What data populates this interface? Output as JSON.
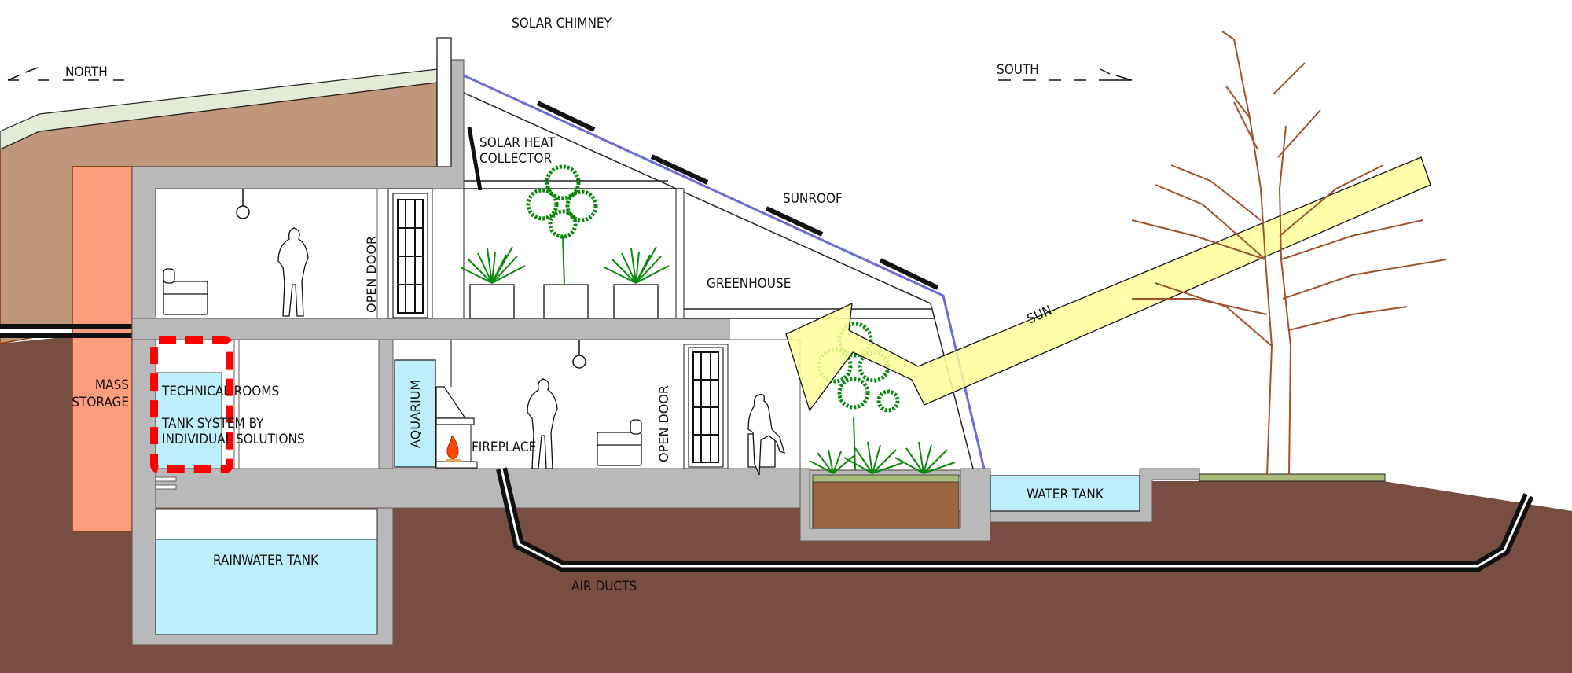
{
  "title": "Earth-sheltered passive solar house section",
  "orientation": {
    "north_label": "NORTH",
    "south_label": "SOUTH"
  },
  "labels": {
    "solar_chimney": "SOLAR CHIMNEY",
    "solar_heat_collector_line1": "SOLAR HEAT",
    "solar_heat_collector_line2": "COLLECTOR",
    "sunroof": "SUNROOF",
    "greenhouse": "GREENHOUSE",
    "sun": "SUN",
    "open_door_upper": "OPEN DOOR",
    "open_door_lower": "OPEN DOOR",
    "mass_storage_line1": "MASS",
    "mass_storage_line2": "STORAGE",
    "technical_rooms": "TECHNICAL ROOMS",
    "tank_system_line1": "TANK SYSTEM BY",
    "tank_system_line2": "INDIVIDUAL SOLUTIONS",
    "aquarium": "AQUARIUM",
    "fireplace": "FIREPLACE",
    "rainwater_tank": "RAINWATER TANK",
    "air_ducts": "AIR DUCTS",
    "water_tank": "WATER TANK"
  },
  "colors": {
    "earth_dark": "#774e41",
    "earth_light": "#bd967c",
    "grass_roof": "#e3ead6",
    "mass_storage": "#ff9e7e",
    "concrete": "#b9b9b9",
    "water": "#bdeefc",
    "sun_beam": "#ffff9a",
    "plant_green": "#0a8a0a",
    "tree_brown": "#a0522d",
    "highlight_red": "#ff0000",
    "glass_blue": "#6b6bdc",
    "planter_soil": "#9c6641",
    "turf": "#a8bb7a"
  }
}
